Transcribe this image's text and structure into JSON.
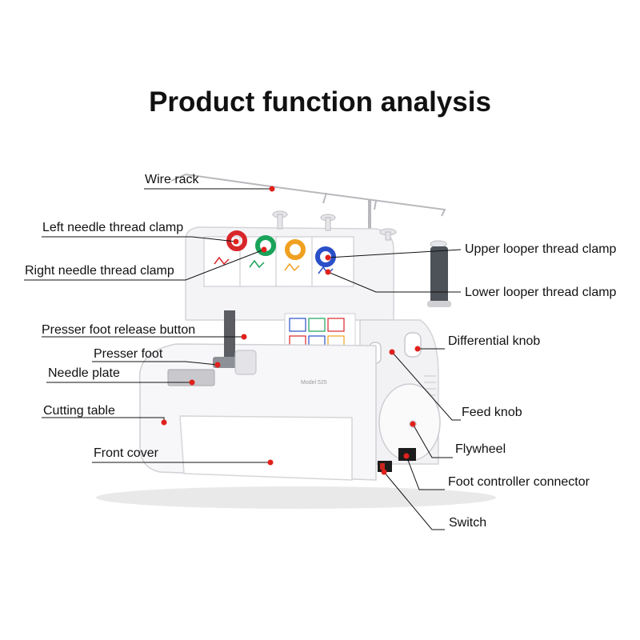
{
  "title": "Product function analysis",
  "machine": {
    "model_plate": "Model 525"
  },
  "accent_color": "#e0201b",
  "thread_clamp_colors": [
    "#d8262a",
    "#1aa35a",
    "#f0a020",
    "#2a4fc8"
  ],
  "labels": {
    "wire_rack": "Wire rack",
    "left_needle_thread_clamp": "Left needle thread clamp",
    "right_needle_thread_clamp": "Right needle thread clamp",
    "upper_looper_thread_clamp": "Upper looper thread clamp",
    "lower_looper_thread_clamp": "Lower looper thread clamp",
    "presser_foot_release_button": "Presser foot release button",
    "presser_foot": "Presser foot",
    "needle_plate": "Needle plate",
    "differential_knob": "Differential knob",
    "cutting_table": "Cutting table",
    "feed_knob": "Feed knob",
    "front_cover": "Front cover",
    "flywheel": "Flywheel",
    "foot_controller_connector": "Foot controller connector",
    "switch": "Switch"
  }
}
